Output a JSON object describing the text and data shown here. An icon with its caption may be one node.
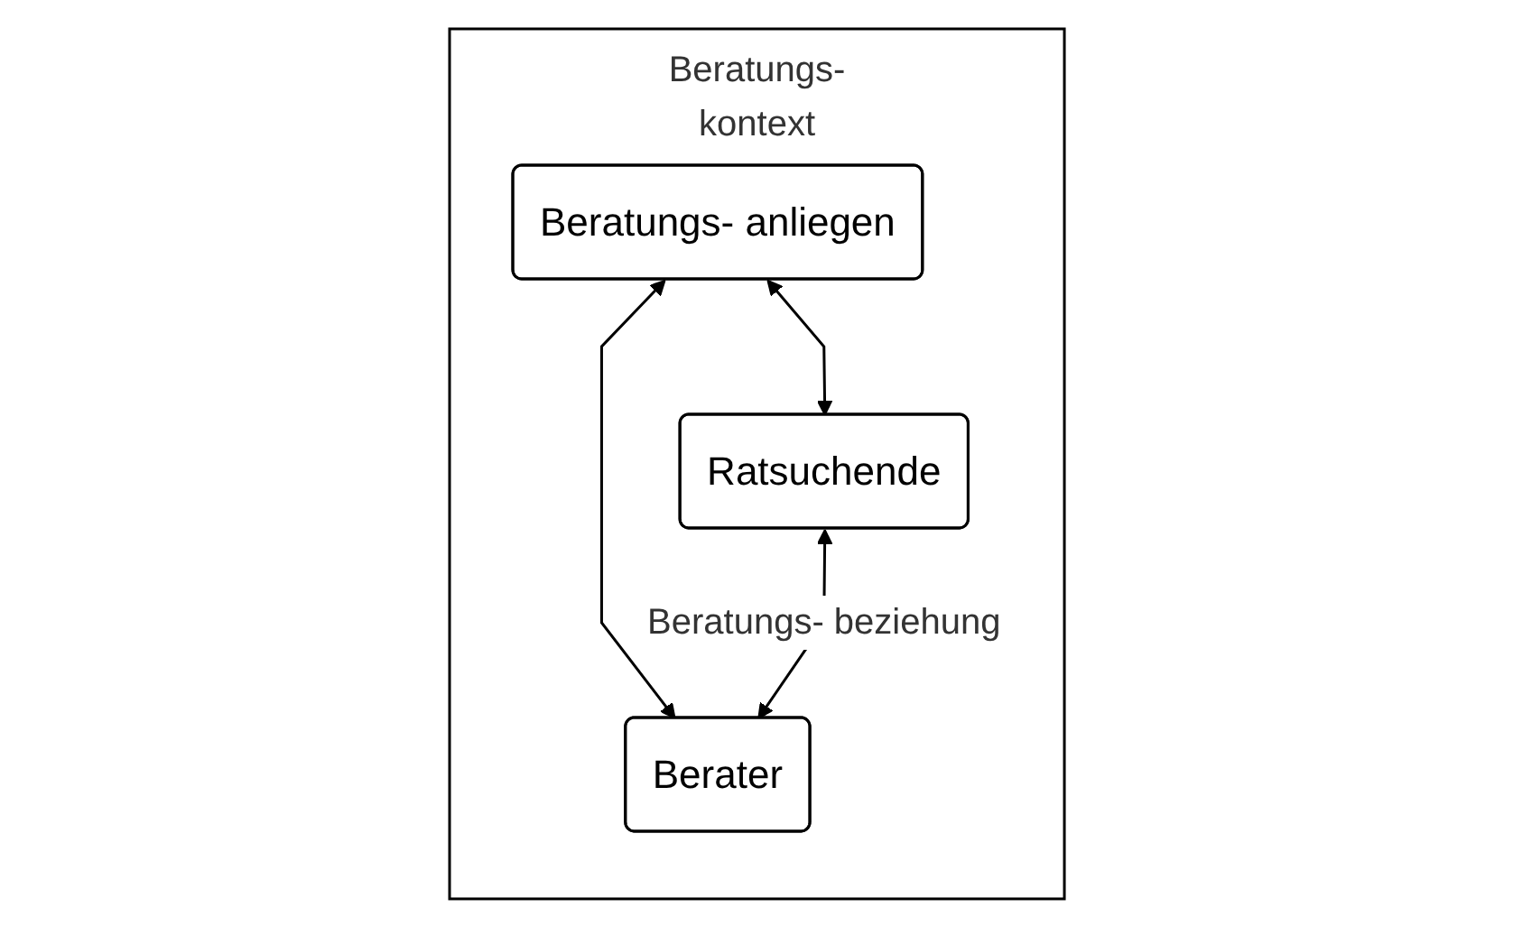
{
  "diagram": {
    "nodes": [
      {
        "text": [
          "Beratungs-",
          "kontext"
        ]
      },
      {
        "text": [
          "Beratungs- anliegen"
        ],
        "in": 0
      },
      {
        "text": [
          "Ratsuchende"
        ],
        "in": 0
      },
      {
        "text": [
          "Berater"
        ],
        "in": 0
      }
    ],
    "edges": [
      {
        "from": 1,
        "to": 2,
        "arrow": "both"
      },
      {
        "from": 1,
        "to": 3,
        "arrow": "both"
      },
      {
        "from": 2,
        "to": 3,
        "arrow": "both",
        "label": "Beratungs- beziehung"
      }
    ]
  }
}
